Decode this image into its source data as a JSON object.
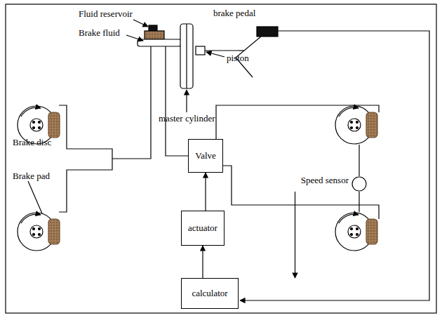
{
  "diagram": {
    "nodes": [
      {
        "text": [
          "Valve"
        ]
      },
      {
        "text": [
          "Speed sensor"
        ]
      },
      {
        "text": [
          "actuator"
        ]
      },
      {
        "text": [
          "calculator"
        ]
      }
    ],
    "edges": [
      {
        "from": 2,
        "to": 0,
        "arrow": "to"
      },
      {
        "from": 3,
        "to": 2,
        "arrow": "to"
      },
      {
        "from": 1,
        "to": 3,
        "arrow": "to"
      }
    ],
    "labels": [
      "Fluid reservoir",
      "brake pedal",
      "Brake fluid",
      "piston",
      "master cylinder",
      "Brake disc",
      "Brake pad"
    ]
  }
}
